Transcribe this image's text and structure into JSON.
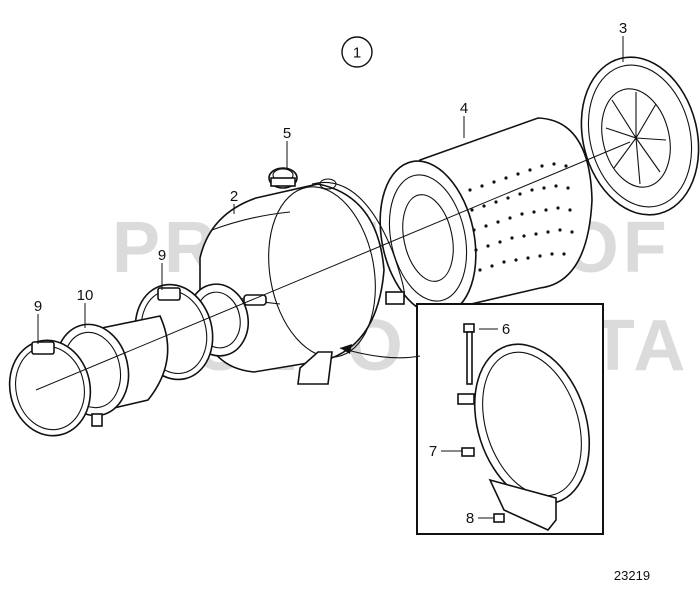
{
  "diagram": {
    "view_number": "1",
    "part_labels": [
      "2",
      "3",
      "4",
      "5",
      "6",
      "7",
      "8",
      "9",
      "9",
      "10"
    ],
    "watermark": [
      "PROPERTY OF",
      "VOLVO PENTA"
    ],
    "reference_number": "23219"
  }
}
